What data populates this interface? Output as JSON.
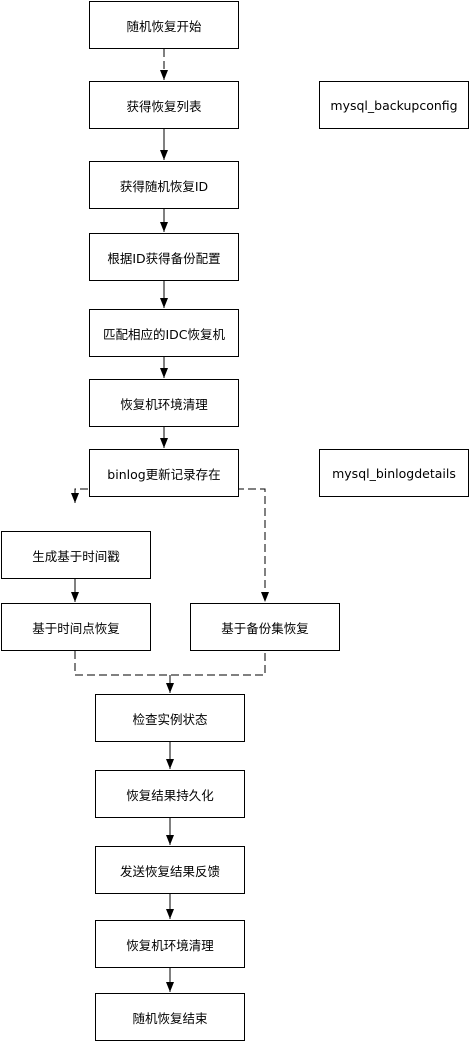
{
  "nodes": {
    "start": "随机恢复开始",
    "get_list": "获得恢复列表",
    "db_backupconfig": "mysql_backupconfig",
    "get_random_id": "获得随机恢复ID",
    "get_config": "根据ID获得备份配置",
    "match_machine": "匹配相应的IDC恢复机",
    "env_clean_1": "恢复机环境清理",
    "binlog_check": "binlog更新记录存在",
    "db_binlogdetails": "mysql_binlogdetails",
    "gen_timestamp": "生成基于时间戳",
    "restore_time": "基于时间点恢复",
    "restore_backup": "基于备份集恢复",
    "check_status": "检查实例状态",
    "persist": "恢复结果持久化",
    "send_feedback": "发送恢复结果反馈",
    "env_clean_2": "恢复机环境清理",
    "end": "随机恢复结束"
  }
}
